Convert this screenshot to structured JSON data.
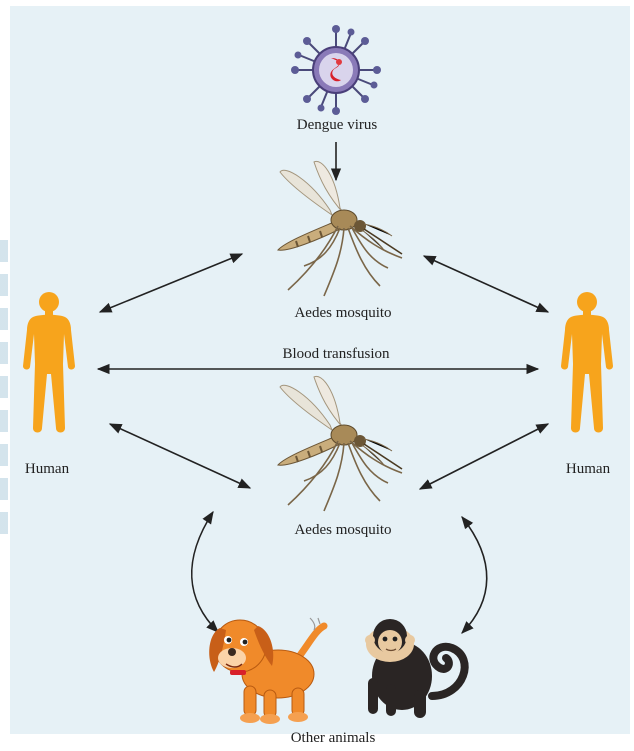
{
  "labels": {
    "virus": "Dengue virus",
    "mosquito_top": "Aedes mosquito",
    "transfusion": "Blood transfusion",
    "human_left": "Human",
    "human_right": "Human",
    "mosquito_bottom": "Aedes mosquito",
    "animals": "Other animals"
  },
  "colors": {
    "human": "#f7a41c",
    "arrow": "#222222",
    "virus_spike": "#4a4a7a",
    "virus_core": "#d8202a",
    "mosquito_body": "#b89a6a",
    "dog": "#f08a2a",
    "monkey_fur": "#2a2524",
    "monkey_face": "#e8c9a0"
  },
  "icons": [
    "virus-icon",
    "mosquito-icon",
    "human-icon",
    "dog-icon",
    "monkey-icon"
  ]
}
